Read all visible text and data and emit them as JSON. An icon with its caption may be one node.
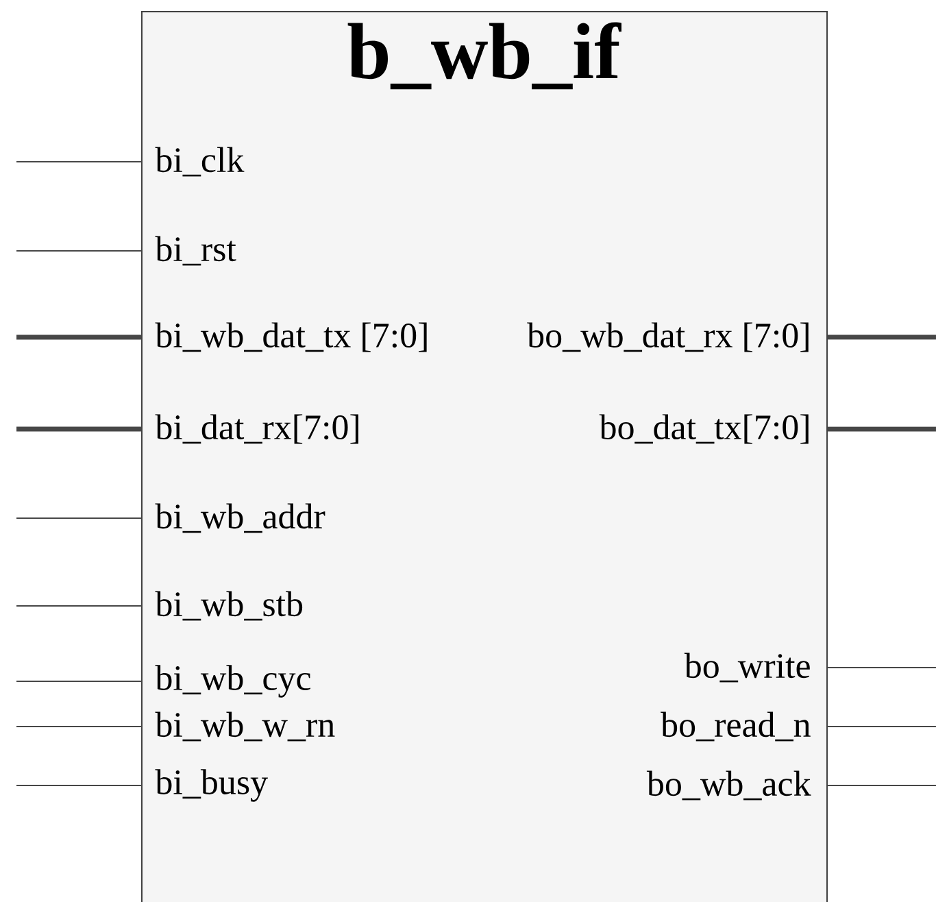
{
  "diagram": {
    "nodes": [
      {
        "text": [
          "b_wb_if"
        ]
      },
      {
        "text": [
          "bi_clk"
        ],
        "in": 0
      },
      {
        "text": [
          "bi_rst"
        ],
        "in": 0
      },
      {
        "text": [
          "bi_wb_dat_tx [7:0]"
        ],
        "in": 0
      },
      {
        "text": [
          "bo_wb_dat_rx [7:0]"
        ],
        "in": 0
      },
      {
        "text": [
          "bi_dat_rx[7:0]"
        ],
        "in": 0
      },
      {
        "text": [
          "bo_dat_tx[7:0]"
        ],
        "in": 0
      },
      {
        "text": [
          "bi_wb_addr"
        ],
        "in": 0
      },
      {
        "text": [
          "bi_wb_stb"
        ],
        "in": 0
      },
      {
        "text": [
          "bo_write"
        ],
        "in": 0
      },
      {
        "text": [
          "bi_wb_cyc"
        ],
        "in": 0
      },
      {
        "text": [
          "bi_wb_w_rn"
        ],
        "in": 0
      },
      {
        "text": [
          "bo_read_n"
        ],
        "in": 0
      },
      {
        "text": [
          "bi_busy"
        ],
        "in": 0
      },
      {
        "text": [
          "bo_wb_ack"
        ],
        "in": 0
      }
    ],
    "edges": [
      {
        "from": null,
        "to": 1,
        "arrow": "none"
      },
      {
        "from": null,
        "to": 2,
        "arrow": "none"
      },
      {
        "from": null,
        "to": 3,
        "arrow": "none",
        "style": "thick"
      },
      {
        "from": 4,
        "to": null,
        "arrow": "none",
        "style": "thick"
      },
      {
        "from": null,
        "to": 5,
        "arrow": "none",
        "style": "thick"
      },
      {
        "from": 6,
        "to": null,
        "arrow": "none",
        "style": "thick"
      },
      {
        "from": null,
        "to": 7,
        "arrow": "none"
      },
      {
        "from": null,
        "to": 8,
        "arrow": "none"
      },
      {
        "from": 9,
        "to": null,
        "arrow": "none"
      },
      {
        "from": null,
        "to": 10,
        "arrow": "none"
      },
      {
        "from": null,
        "to": 11,
        "arrow": "none"
      },
      {
        "from": 12,
        "to": null,
        "arrow": "none"
      },
      {
        "from": null,
        "to": 13,
        "arrow": "none"
      },
      {
        "from": 14,
        "to": null,
        "arrow": "none"
      }
    ]
  }
}
